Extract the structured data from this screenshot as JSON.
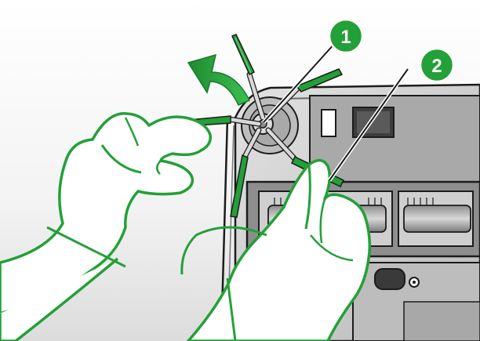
{
  "callouts": [
    {
      "number": "1",
      "target": "side-brush-hub"
    },
    {
      "number": "2",
      "target": "brush-arm"
    }
  ],
  "colors": {
    "accent": "#23a037",
    "accent_dark": "#1a7a2b",
    "outline": "#1c1c1c",
    "device_gray": "#cfcfcf",
    "panel_gray": "#9a9a9a",
    "background": "#ffffff"
  },
  "icons": [
    "curved-arrow-icon",
    "side-brush-icon",
    "hand-icon"
  ]
}
